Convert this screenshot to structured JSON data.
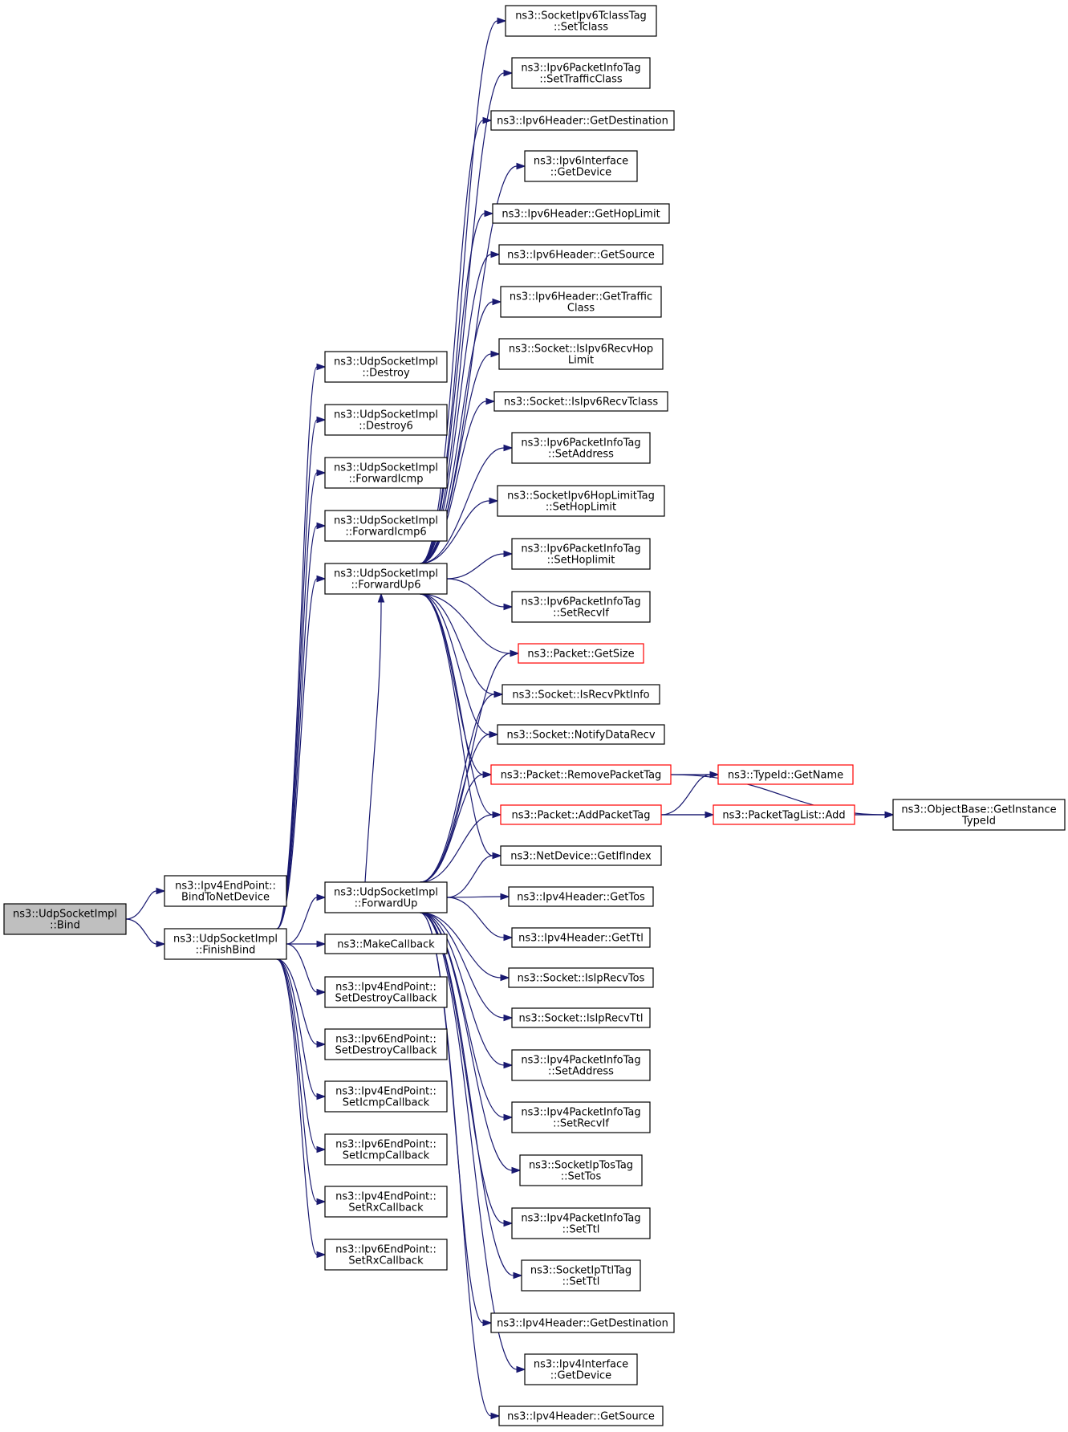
{
  "diagram": {
    "colors": {
      "edge": "#191970",
      "node_border": "#000000",
      "node_border_highlight": "#ff0000",
      "root_fill": "#bfbfbf",
      "node_fill": "#ffffff"
    },
    "nodes": [
      {
        "id": "bind",
        "lines": [
          "ns3::UdpSocketImpl",
          "::Bind"
        ],
        "root": true
      },
      {
        "id": "bindtonetdevice",
        "lines": [
          "ns3::Ipv4EndPoint::",
          "BindToNetDevice"
        ]
      },
      {
        "id": "finishbind",
        "lines": [
          "ns3::UdpSocketImpl",
          "::FinishBind"
        ]
      },
      {
        "id": "destroy",
        "lines": [
          "ns3::UdpSocketImpl",
          "::Destroy"
        ]
      },
      {
        "id": "destroy6",
        "lines": [
          "ns3::UdpSocketImpl",
          "::Destroy6"
        ]
      },
      {
        "id": "forwardicmp",
        "lines": [
          "ns3::UdpSocketImpl",
          "::ForwardIcmp"
        ]
      },
      {
        "id": "forwardicmp6",
        "lines": [
          "ns3::UdpSocketImpl",
          "::ForwardIcmp6"
        ]
      },
      {
        "id": "forwardup6",
        "lines": [
          "ns3::UdpSocketImpl",
          "::ForwardUp6"
        ]
      },
      {
        "id": "forwardup",
        "lines": [
          "ns3::UdpSocketImpl",
          "::ForwardUp"
        ]
      },
      {
        "id": "makecallback",
        "lines": [
          "ns3::MakeCallback"
        ]
      },
      {
        "id": "v4setdestroy",
        "lines": [
          "ns3::Ipv4EndPoint::",
          "SetDestroyCallback"
        ]
      },
      {
        "id": "v6setdestroy",
        "lines": [
          "ns3::Ipv6EndPoint::",
          "SetDestroyCallback"
        ]
      },
      {
        "id": "v4seticmp",
        "lines": [
          "ns3::Ipv4EndPoint::",
          "SetIcmpCallback"
        ]
      },
      {
        "id": "v6seticmp",
        "lines": [
          "ns3::Ipv6EndPoint::",
          "SetIcmpCallback"
        ]
      },
      {
        "id": "v4setrx",
        "lines": [
          "ns3::Ipv4EndPoint::",
          "SetRxCallback"
        ]
      },
      {
        "id": "v6setrx",
        "lines": [
          "ns3::Ipv6EndPoint::",
          "SetRxCallback"
        ]
      },
      {
        "id": "tclasstag_settclass",
        "lines": [
          "ns3::SocketIpv6TclassTag",
          "::SetTclass"
        ]
      },
      {
        "id": "v6pinfo_settrafficclass",
        "lines": [
          "ns3::Ipv6PacketInfoTag",
          "::SetTrafficClass"
        ]
      },
      {
        "id": "v6hdr_getdest",
        "lines": [
          "ns3::Ipv6Header::GetDestination"
        ]
      },
      {
        "id": "v6iface_getdevice",
        "lines": [
          "ns3::Ipv6Interface",
          "::GetDevice"
        ]
      },
      {
        "id": "v6hdr_gethoplimit",
        "lines": [
          "ns3::Ipv6Header::GetHopLimit"
        ]
      },
      {
        "id": "v6hdr_getsource",
        "lines": [
          "ns3::Ipv6Header::GetSource"
        ]
      },
      {
        "id": "v6hdr_gettrafficclass",
        "lines": [
          "ns3::Ipv6Header::GetTraffic",
          "Class"
        ]
      },
      {
        "id": "sock_isipv6recvhoplimit",
        "lines": [
          "ns3::Socket::IsIpv6RecvHop",
          "Limit"
        ]
      },
      {
        "id": "sock_isipv6recvtclass",
        "lines": [
          "ns3::Socket::IsIpv6RecvTclass"
        ]
      },
      {
        "id": "v6pinfo_setaddress",
        "lines": [
          "ns3::Ipv6PacketInfoTag",
          "::SetAddress"
        ]
      },
      {
        "id": "hoplimittag_sethoplimit",
        "lines": [
          "ns3::SocketIpv6HopLimitTag",
          "::SetHopLimit"
        ]
      },
      {
        "id": "v6pinfo_sethoplimit",
        "lines": [
          "ns3::Ipv6PacketInfoTag",
          "::SetHoplimit"
        ]
      },
      {
        "id": "v6pinfo_setrecvif",
        "lines": [
          "ns3::Ipv6PacketInfoTag",
          "::SetRecvIf"
        ]
      },
      {
        "id": "packet_getsize",
        "lines": [
          "ns3::Packet::GetSize"
        ],
        "red": true
      },
      {
        "id": "sock_isrecvpktinfo",
        "lines": [
          "ns3::Socket::IsRecvPktInfo"
        ]
      },
      {
        "id": "sock_notifydatarecv",
        "lines": [
          "ns3::Socket::NotifyDataRecv"
        ]
      },
      {
        "id": "packet_removepackettag",
        "lines": [
          "ns3::Packet::RemovePacketTag"
        ],
        "red": true
      },
      {
        "id": "packet_addpackettag",
        "lines": [
          "ns3::Packet::AddPacketTag"
        ],
        "red": true
      },
      {
        "id": "netdevice_getifindex",
        "lines": [
          "ns3::NetDevice::GetIfIndex"
        ]
      },
      {
        "id": "typeid_getname",
        "lines": [
          "ns3::TypeId::GetName"
        ],
        "red": true
      },
      {
        "id": "packettaglist_add",
        "lines": [
          "ns3::PacketTagList::Add"
        ],
        "red": true
      },
      {
        "id": "objectbase_getinstancetypeid",
        "lines": [
          "ns3::ObjectBase::GetInstance",
          "TypeId"
        ]
      },
      {
        "id": "v4hdr_gettos",
        "lines": [
          "ns3::Ipv4Header::GetTos"
        ]
      },
      {
        "id": "v4hdr_getttl",
        "lines": [
          "ns3::Ipv4Header::GetTtl"
        ]
      },
      {
        "id": "sock_isiprecvtos",
        "lines": [
          "ns3::Socket::IsIpRecvTos"
        ]
      },
      {
        "id": "sock_isiprecvttl",
        "lines": [
          "ns3::Socket::IsIpRecvTtl"
        ]
      },
      {
        "id": "v4pinfo_setaddress",
        "lines": [
          "ns3::Ipv4PacketInfoTag",
          "::SetAddress"
        ]
      },
      {
        "id": "v4pinfo_setrecvif",
        "lines": [
          "ns3::Ipv4PacketInfoTag",
          "::SetRecvIf"
        ]
      },
      {
        "id": "iptostag_settos",
        "lines": [
          "ns3::SocketIpTosTag",
          "::SetTos"
        ]
      },
      {
        "id": "v4pinfo_setttl",
        "lines": [
          "ns3::Ipv4PacketInfoTag",
          "::SetTtl"
        ]
      },
      {
        "id": "ipttltag_setttl",
        "lines": [
          "ns3::SocketIpTtlTag",
          "::SetTtl"
        ]
      },
      {
        "id": "v4hdr_getdest",
        "lines": [
          "ns3::Ipv4Header::GetDestination"
        ]
      },
      {
        "id": "v4iface_getdevice",
        "lines": [
          "ns3::Ipv4Interface",
          "::GetDevice"
        ]
      },
      {
        "id": "v4hdr_getsource",
        "lines": [
          "ns3::Ipv4Header::GetSource"
        ]
      }
    ],
    "edges": [
      [
        "bind",
        "bindtonetdevice"
      ],
      [
        "bind",
        "finishbind"
      ],
      [
        "finishbind",
        "destroy"
      ],
      [
        "finishbind",
        "destroy6"
      ],
      [
        "finishbind",
        "forwardicmp"
      ],
      [
        "finishbind",
        "forwardicmp6"
      ],
      [
        "finishbind",
        "forwardup6"
      ],
      [
        "finishbind",
        "forwardup"
      ],
      [
        "finishbind",
        "makecallback"
      ],
      [
        "finishbind",
        "v4setdestroy"
      ],
      [
        "finishbind",
        "v6setdestroy"
      ],
      [
        "finishbind",
        "v4seticmp"
      ],
      [
        "finishbind",
        "v6seticmp"
      ],
      [
        "finishbind",
        "v4setrx"
      ],
      [
        "finishbind",
        "v6setrx"
      ],
      [
        "forwardup6",
        "tclasstag_settclass"
      ],
      [
        "forwardup6",
        "v6pinfo_settrafficclass"
      ],
      [
        "forwardup6",
        "v6hdr_getdest"
      ],
      [
        "forwardup6",
        "v6iface_getdevice"
      ],
      [
        "forwardup6",
        "v6hdr_gethoplimit"
      ],
      [
        "forwardup6",
        "v6hdr_getsource"
      ],
      [
        "forwardup6",
        "v6hdr_gettrafficclass"
      ],
      [
        "forwardup6",
        "sock_isipv6recvhoplimit"
      ],
      [
        "forwardup6",
        "sock_isipv6recvtclass"
      ],
      [
        "forwardup6",
        "v6pinfo_setaddress"
      ],
      [
        "forwardup6",
        "hoplimittag_sethoplimit"
      ],
      [
        "forwardup6",
        "v6pinfo_sethoplimit"
      ],
      [
        "forwardup6",
        "v6pinfo_setrecvif"
      ],
      [
        "forwardup6",
        "packet_getsize"
      ],
      [
        "forwardup6",
        "sock_isrecvpktinfo"
      ],
      [
        "forwardup6",
        "sock_notifydatarecv"
      ],
      [
        "forwardup6",
        "packet_removepackettag"
      ],
      [
        "forwardup6",
        "packet_addpackettag"
      ],
      [
        "forwardup6",
        "netdevice_getifindex"
      ],
      [
        "forwardup",
        "forwardup6"
      ],
      [
        "forwardup",
        "packet_getsize"
      ],
      [
        "forwardup",
        "sock_isrecvpktinfo"
      ],
      [
        "forwardup",
        "sock_notifydatarecv"
      ],
      [
        "forwardup",
        "packet_removepackettag"
      ],
      [
        "forwardup",
        "packet_addpackettag"
      ],
      [
        "forwardup",
        "netdevice_getifindex"
      ],
      [
        "forwardup",
        "v4hdr_gettos"
      ],
      [
        "forwardup",
        "v4hdr_getttl"
      ],
      [
        "forwardup",
        "sock_isiprecvtos"
      ],
      [
        "forwardup",
        "sock_isiprecvttl"
      ],
      [
        "forwardup",
        "v4pinfo_setaddress"
      ],
      [
        "forwardup",
        "v4pinfo_setrecvif"
      ],
      [
        "forwardup",
        "iptostag_settos"
      ],
      [
        "forwardup",
        "v4pinfo_setttl"
      ],
      [
        "forwardup",
        "ipttltag_setttl"
      ],
      [
        "forwardup",
        "v4hdr_getdest"
      ],
      [
        "forwardup",
        "v4iface_getdevice"
      ],
      [
        "forwardup",
        "v4hdr_getsource"
      ],
      [
        "packet_removepackettag",
        "typeid_getname"
      ],
      [
        "packet_removepackettag",
        "objectbase_getinstancetypeid"
      ],
      [
        "packet_addpackettag",
        "typeid_getname"
      ],
      [
        "packet_addpackettag",
        "packettaglist_add"
      ],
      [
        "packet_addpackettag",
        "objectbase_getinstancetypeid"
      ],
      [
        "packettaglist_add",
        "objectbase_getinstancetypeid"
      ]
    ]
  }
}
